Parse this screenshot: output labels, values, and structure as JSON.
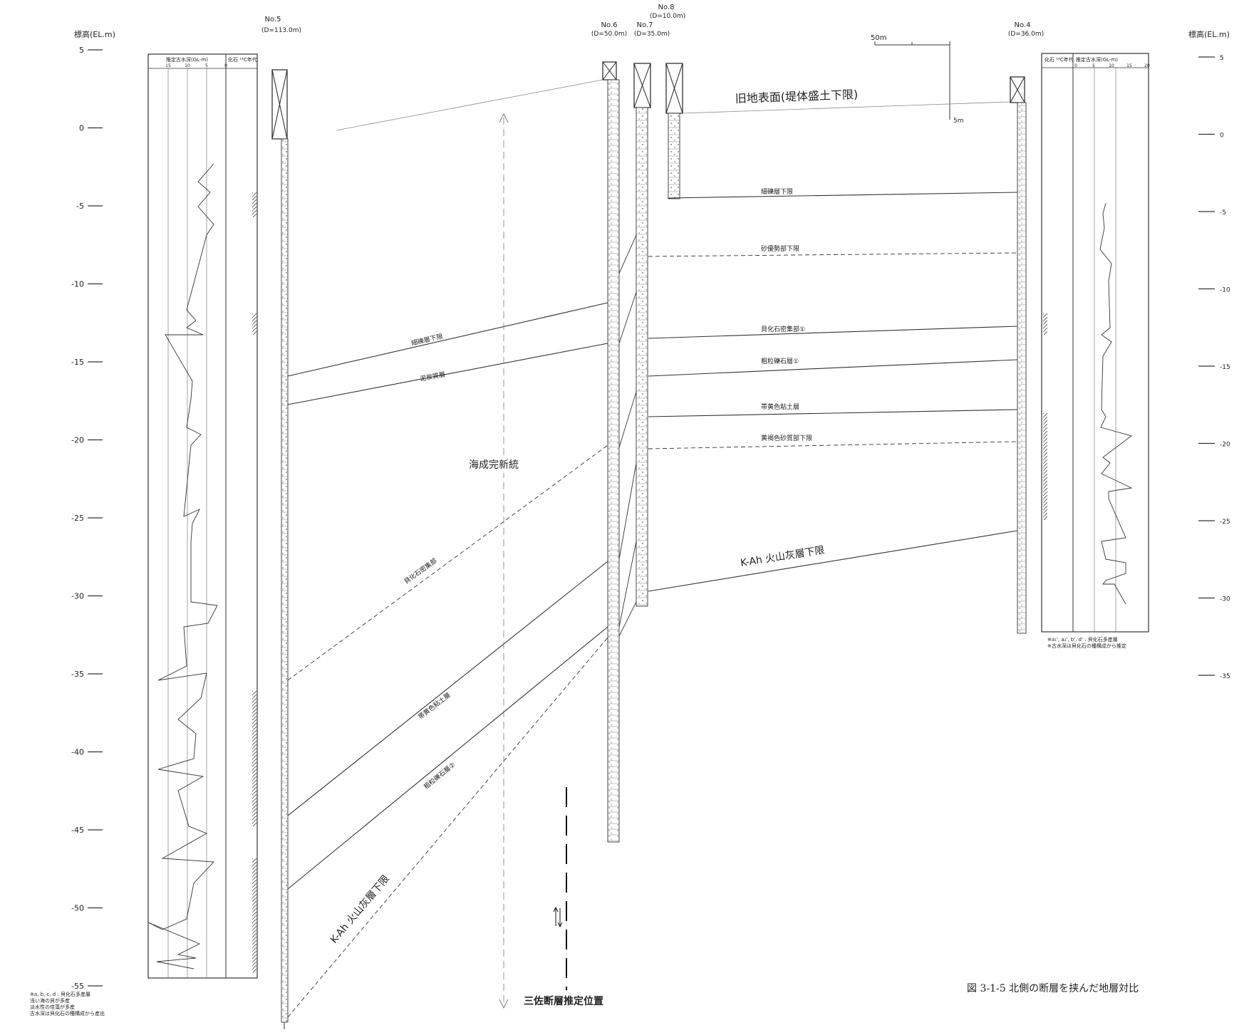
{
  "axis": {
    "title_left": "標高(EL.m)",
    "title_right": "標高(EL.m)",
    "ticks_left": [
      "5",
      "0",
      "-5",
      "-10",
      "-15",
      "-20",
      "-25",
      "-30",
      "-35",
      "-40",
      "-45",
      "-50",
      "-55"
    ],
    "ticks_right": [
      "5",
      "0",
      "-5",
      "-10",
      "-15",
      "-20",
      "-25",
      "-30",
      "-35"
    ]
  },
  "boreholes": {
    "no5": {
      "name": "No.5",
      "depth": "(D=113.0m)"
    },
    "no6": {
      "name": "No.6",
      "depth": "(D=50.0m)"
    },
    "no7": {
      "name": "No.7",
      "depth": "(D=35.0m)"
    },
    "no8": {
      "name": "No.8",
      "depth": "(D=10.0m)"
    },
    "no4": {
      "name": "No.4",
      "depth": "(D=36.0m)"
    }
  },
  "left_panel": {
    "col1_header": "推定古水深(GL-m)",
    "col1_scale": [
      "15",
      "10",
      "5",
      "0"
    ],
    "col2_header": "化石 ¹⁴C年代"
  },
  "right_panel": {
    "col1_header": "化石 ¹⁴C年代",
    "col2_header": "推定古水深(GL-m)",
    "col2_scale": [
      "0",
      "5",
      "10",
      "15",
      "20"
    ]
  },
  "scale_bar": {
    "horizontal": "50m",
    "vertical": "5m"
  },
  "horizons": {
    "old_surface": "旧地表面(堤体盛土下限)",
    "gravel_lower": "細礫層下限",
    "sand_gravel_lower": "砂優勢部下限",
    "shell_concentration": "貝化石密集部①",
    "coarse_gravel_1": "粗粒礫石層①",
    "yellow_clay": "帯黄色粘土層",
    "yellowbrown_sand": "黄褐色砂質部下限",
    "kah_right": "K-Ah 火山灰層下限",
    "gravel_lower_left": "細礫層下限",
    "peaty_left": "泥炭質層",
    "shell_left": "貝化石密集部",
    "yellow_clay_left": "帯黄色粘土層",
    "coarse_gravel_2": "粗粒礫石層②",
    "kah_left": "K-Ah 火山灰層下限"
  },
  "labels": {
    "holocene": "海成完新統",
    "fault_position": "三佐断層推定位置",
    "caption": "図 3-1-5 北側の断層を挟んだ地層対比"
  },
  "notes_left": [
    "※a, b, c, d : 貝化石多産層",
    "浅い海の貝が多産",
    "淡水性の珪藻が多産",
    "古水深は貝化石の種構成から産出"
  ],
  "notes_right": [
    "※a₁', a₂', b', d' : 貝化石多産層",
    "※古水深は貝化石の種構成から推定"
  ]
}
